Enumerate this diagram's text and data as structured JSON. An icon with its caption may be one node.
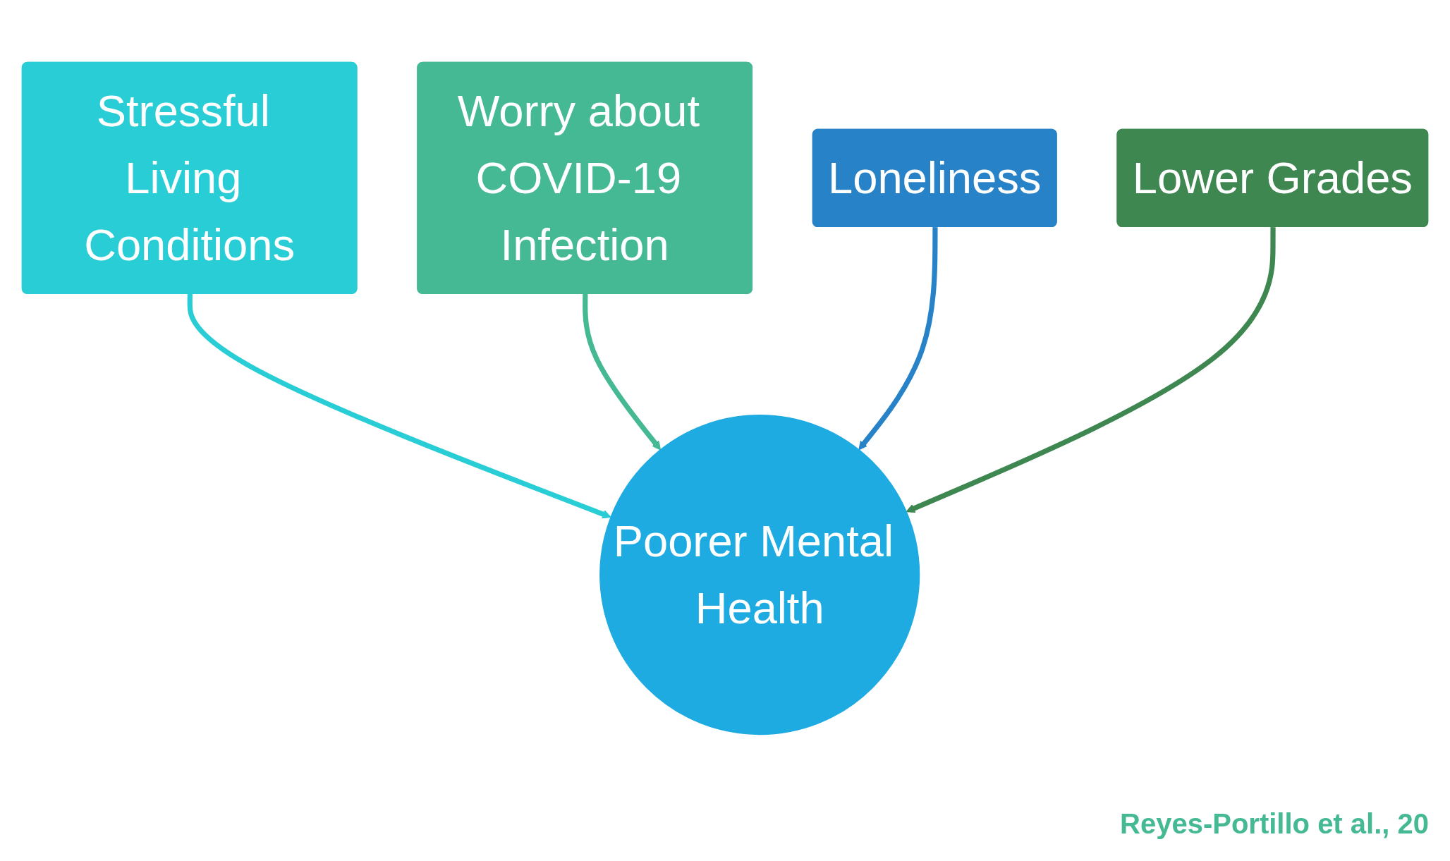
{
  "diagram": {
    "nodes": [
      {
        "text": [
          "Stressful Living Conditions"
        ]
      },
      {
        "text": [
          "Worry about COVID-19 Infection"
        ]
      },
      {
        "text": [
          "Loneliness"
        ]
      },
      {
        "text": [
          "Lower Grades"
        ]
      },
      {
        "text": [
          "Poorer Mental Health"
        ]
      }
    ],
    "edges": [
      {
        "from": 0,
        "to": 4,
        "arrow": "to",
        "color": "#29cdd6"
      },
      {
        "from": 1,
        "to": 4,
        "arrow": "to",
        "color": "#44b994"
      },
      {
        "from": 2,
        "to": 4,
        "arrow": "to",
        "color": "#2882c8"
      },
      {
        "from": 3,
        "to": 4,
        "arrow": "to",
        "color": "#3e8751"
      }
    ],
    "labels": [
      "Reyes-Portillo et al., 20"
    ]
  }
}
